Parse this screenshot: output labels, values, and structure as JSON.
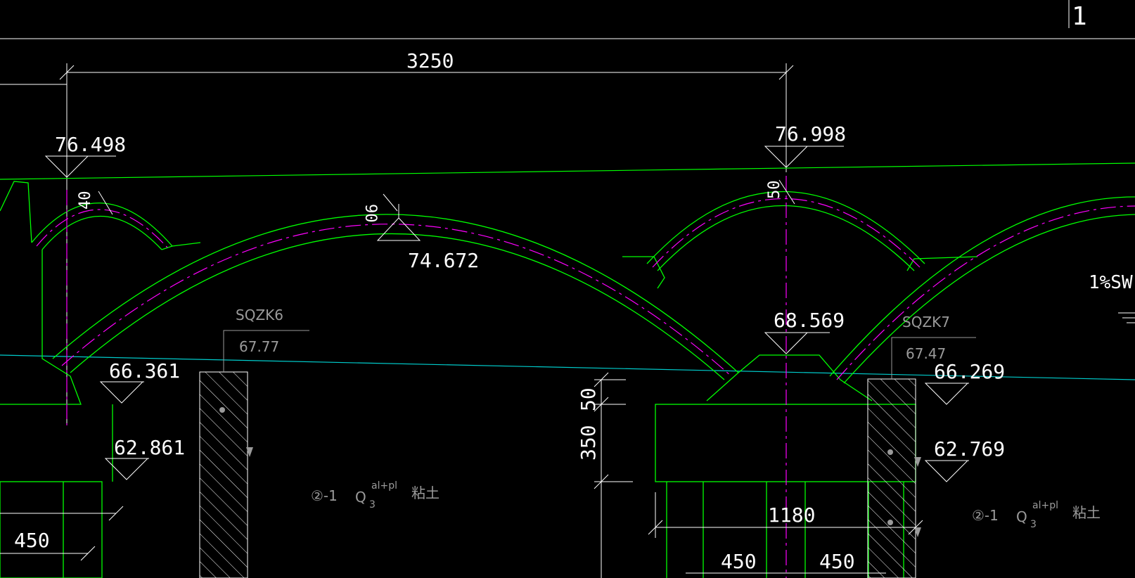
{
  "drawing": {
    "sheet_mark": "1",
    "dimensions": {
      "span_top": "3250",
      "arch_rise_left": "40",
      "arch_thickness": "90",
      "arch_rise_mid": "50",
      "pier_cap_50": "50",
      "pier_cap_350": "350",
      "pier_width": "1180",
      "pile_left": "450",
      "pile_mid_a": "450",
      "pile_mid_b": "450"
    },
    "elevations": {
      "deck_left": "76.498",
      "deck_mid": "76.998",
      "arch_crown": "74.672",
      "springing_left": "66.361",
      "base_left": "62.861",
      "springing_mid": "68.569",
      "springing_right": "66.269",
      "base_right": "62.769"
    },
    "boreholes": [
      {
        "id": "SQZK6",
        "elevation": "67.77"
      },
      {
        "id": "SQZK7",
        "elevation": "67.47"
      }
    ],
    "soil_layers": [
      {
        "code": "②-1",
        "symbol": "Q",
        "subscript": "3",
        "superscript": "al+pl",
        "name": "粘土"
      },
      {
        "code": "②-1",
        "symbol": "Q",
        "subscript": "3",
        "superscript": "al+pl",
        "name": "粘土"
      }
    ],
    "slope_label": "1%SW",
    "colors": {
      "background": "#000000",
      "structure": "#00ff00",
      "centerline": "#ff00ff",
      "dimension": "#ffffff",
      "water_line": "#00cccc",
      "annotation": "#9a9a9a"
    }
  }
}
